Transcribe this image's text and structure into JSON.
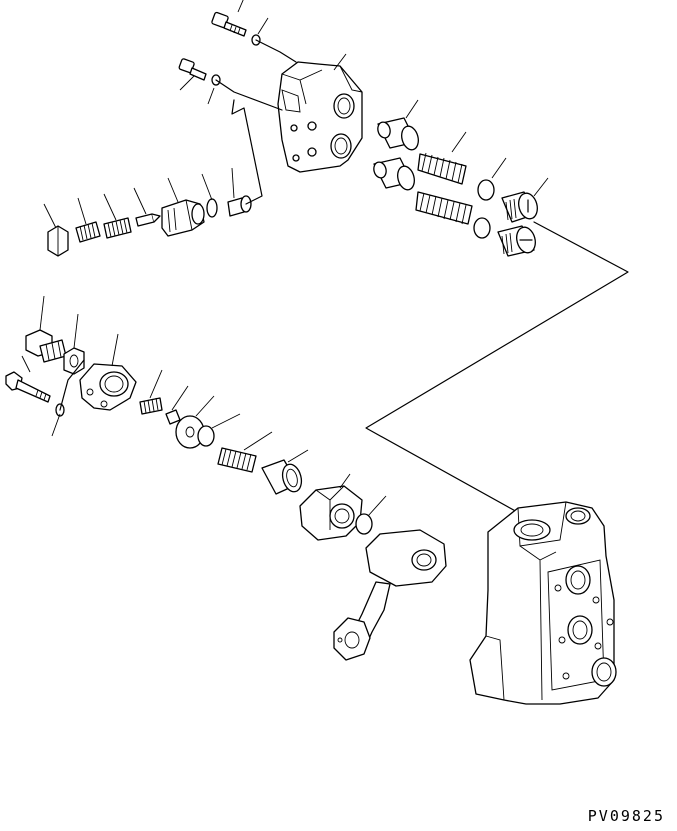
{
  "drawing": {
    "reference_code": "PV09825"
  },
  "parts": [
    {
      "name": "bolt-top"
    },
    {
      "name": "washer-top"
    },
    {
      "name": "cover-block"
    },
    {
      "name": "bolt-small"
    },
    {
      "name": "washer-small"
    },
    {
      "name": "nut"
    },
    {
      "name": "spring-small"
    },
    {
      "name": "spring-medium"
    },
    {
      "name": "poppet"
    },
    {
      "name": "fitting"
    },
    {
      "name": "o-ring-small"
    },
    {
      "name": "piston-small"
    },
    {
      "name": "spool-1"
    },
    {
      "name": "spool-2"
    },
    {
      "name": "spring-large-1"
    },
    {
      "name": "spring-large-2"
    },
    {
      "name": "o-ring-1"
    },
    {
      "name": "o-ring-2"
    },
    {
      "name": "plug-1"
    },
    {
      "name": "plug-2"
    },
    {
      "name": "plug-bolt"
    },
    {
      "name": "lock-nut"
    },
    {
      "name": "flange-cover"
    },
    {
      "name": "bolt-long"
    },
    {
      "name": "washer-long"
    },
    {
      "name": "spring-tiny"
    },
    {
      "name": "seat"
    },
    {
      "name": "disc"
    },
    {
      "name": "o-ring-3"
    },
    {
      "name": "spring-relief"
    },
    {
      "name": "sleeve"
    },
    {
      "name": "adapter-block"
    },
    {
      "name": "o-ring-4"
    },
    {
      "name": "pipe-assembly"
    },
    {
      "name": "valve-body"
    }
  ]
}
